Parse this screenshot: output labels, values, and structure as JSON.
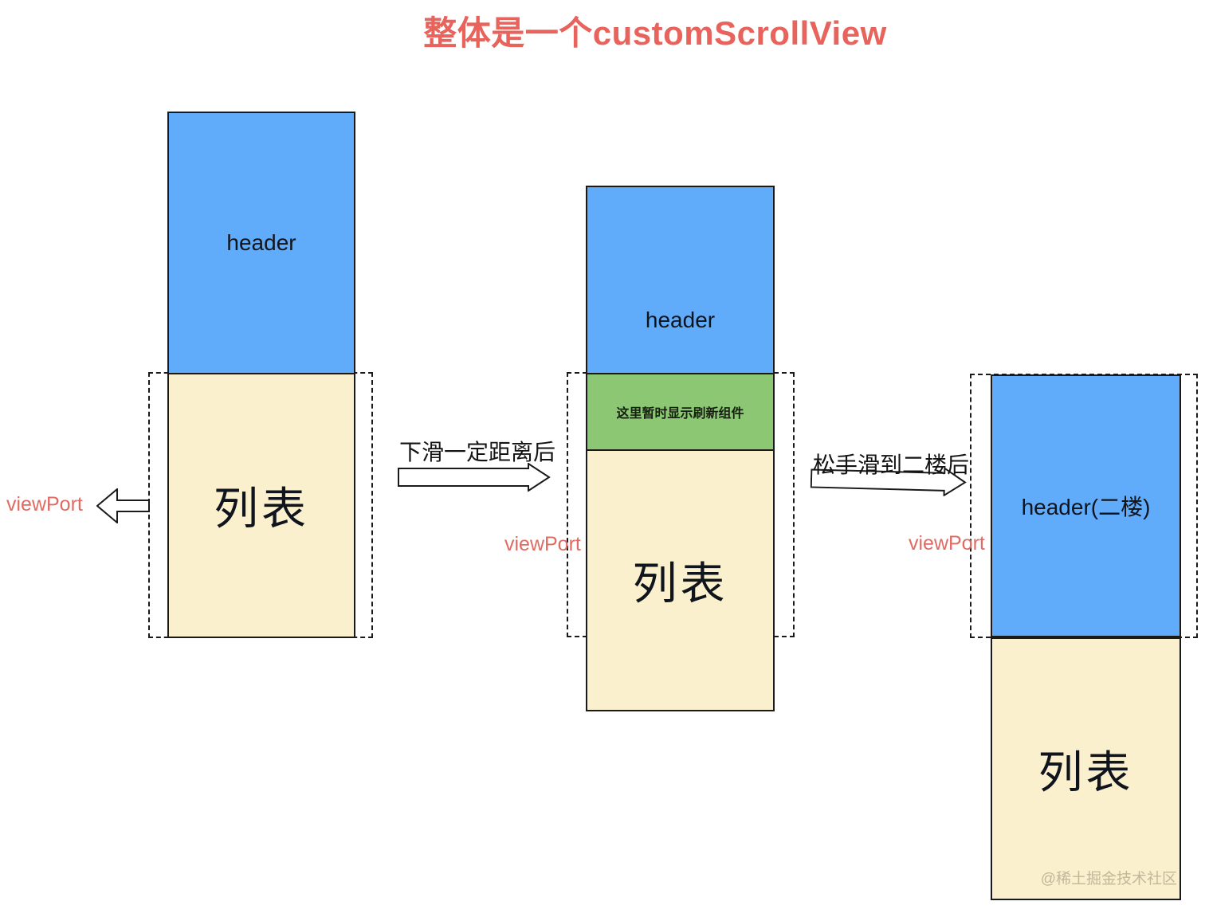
{
  "title": "整体是一个customScrollView",
  "colors": {
    "accent_red": "#e8635b",
    "header_blue": "#61acfa",
    "list_cream": "#faf0ce",
    "refresh_green": "#8cc873",
    "outline_black": "#1a1a1a",
    "watermark_gray": "#b4aa8e"
  },
  "stages": {
    "initial": {
      "header_label": "header",
      "list_label": "列表",
      "viewport_label": "viewPort"
    },
    "pulling": {
      "header_label": "header",
      "refresh_label": "这里暂时显示刷新组件",
      "list_label": "列表",
      "viewport_label": "viewPort"
    },
    "second_floor": {
      "header_label": "header(二楼)",
      "list_label": "列表",
      "viewport_label": "viewPort"
    }
  },
  "transitions": {
    "pull_down": "下滑一定距离后",
    "release": "松手滑到二楼后"
  },
  "watermark": "@稀土掘金技术社区"
}
